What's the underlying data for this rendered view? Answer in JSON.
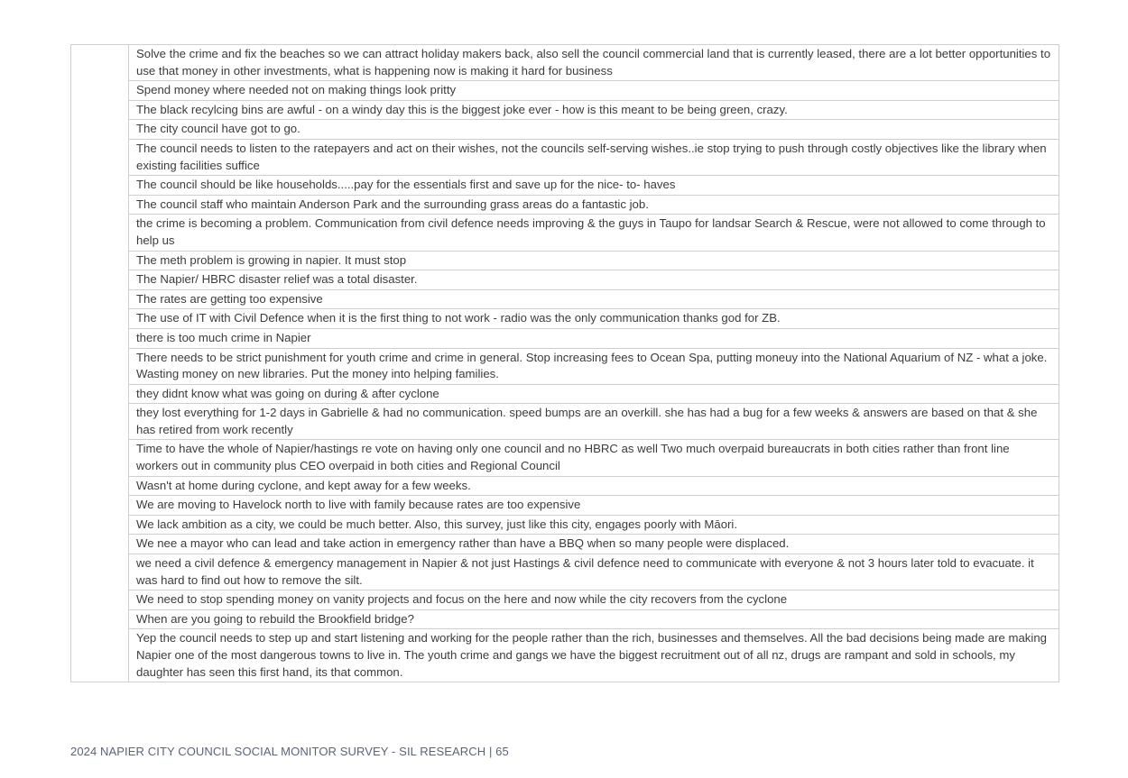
{
  "comments": [
    "Solve the crime and fix the beaches so we can attract holiday makers back, also sell the council commercial land that is currently leased, there are a lot better opportunities to use that money in other investments, what is happening now is making it hard for business",
    "Spend money where needed not on making things look pritty",
    "The black recylcing bins are awful - on a windy day this is the biggest joke ever - how is this meant to be being green, crazy.",
    "The city council have got to go.",
    "The council needs to listen to the ratepayers and act on their wishes, not the councils self-serving wishes..ie stop trying to push through costly objectives like the library when existing facilities suffice",
    "The council should be like households.....pay for the essentials first and save up for the nice- to- haves",
    "The council staff who maintain Anderson Park and the surrounding grass areas do a fantastic job.",
    "the crime is becoming a problem. Communication from civil defence needs improving & the guys in Taupo for landsar Search & Rescue, were not allowed to come through to help us",
    "The meth problem is growing in napier.  It must stop",
    "The Napier/ HBRC disaster relief was a total disaster.",
    "The rates are getting too expensive",
    "The use of IT with Civil Defence when it is the first thing to not work - radio was the only communication thanks god for ZB.",
    "there is too much crime in Napier",
    "There needs to be strict punishment for youth crime and crime in general. Stop increasing fees to Ocean Spa, putting moneuy into the National Aquarium of NZ - what a joke. Wasting money on new libraries. Put the money into helping families.",
    "they didnt know what was going on during & after cyclone",
    "they lost everything for 1-2 days in Gabrielle & had no communication. speed bumps are an overkill. she has had a bug for a few weeks & answers are based on that & she has retired from work recently",
    "Time to have the whole of Napier/hastings re vote on having only one council and no HBRC as well   Two much overpaid bureaucrats in both cities rather than front line workers out in community plus CEO overpaid in both cities and Regional Council",
    "Wasn't at home during cyclone, and kept away for a few weeks.",
    "We are moving to Havelock north to live with family because rates are too expensive",
    "We lack ambition as a city, we could be much better. Also, this survey, just like this city, engages poorly with Māori.",
    "We nee a mayor who can lead and take action in emergency rather than have a BBQ when so many people were displaced.",
    "we need a civil defence & emergency management in Napier & not just Hastings & civil defence need to communicate with everyone & not 3 hours later told to evacuate. it was hard to find out how to remove the silt.",
    "We need to stop spending money on vanity projects and focus on the here and now while the city recovers from the cyclone",
    "When are you going to rebuild the Brookfield bridge?",
    "Yep the council needs to step up and start listening and working for the people rather than the rich, businesses and themselves. All the bad decisions being made are making Napier one of the most dangerous towns to live in. The youth crime and gangs we have the biggest recruitment out of all nz, drugs are rampant and sold in schools, my daughter has seen this first hand, its that common."
  ],
  "footer": {
    "text": "2024 NAPIER CITY COUNCIL SOCIAL MONITOR SURVEY - SIL RESEARCH | 65"
  }
}
